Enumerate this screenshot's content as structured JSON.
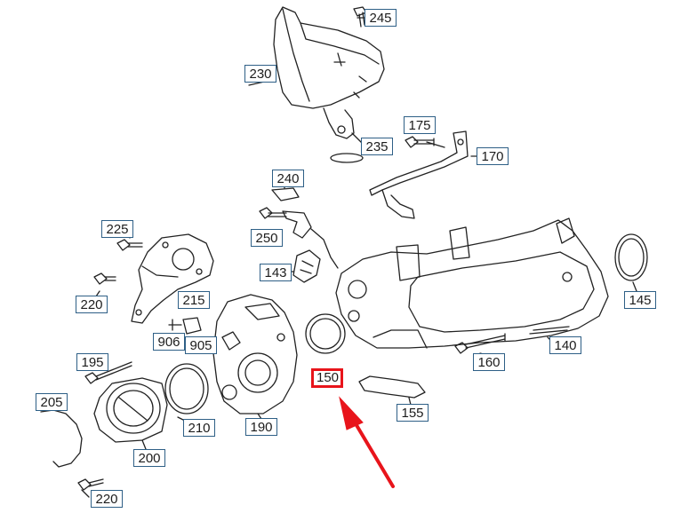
{
  "diagram": {
    "callouts": {
      "c245": "245",
      "c230": "230",
      "c175": "175",
      "c235": "235",
      "c170": "170",
      "c240": "240",
      "c225": "225",
      "c250": "250",
      "c143": "143",
      "c145": "145",
      "c215": "215",
      "c220a": "220",
      "c906": "906",
      "c905": "905",
      "c140": "140",
      "c195": "195",
      "c160": "160",
      "c150": "150",
      "c205": "205",
      "c155": "155",
      "c210": "210",
      "c190": "190",
      "c200": "200",
      "c220b": "220"
    },
    "highlighted_part": "150",
    "colors": {
      "line_art": "#222222",
      "callout_border": "#2e5f86",
      "highlight": "#e8141b"
    }
  }
}
